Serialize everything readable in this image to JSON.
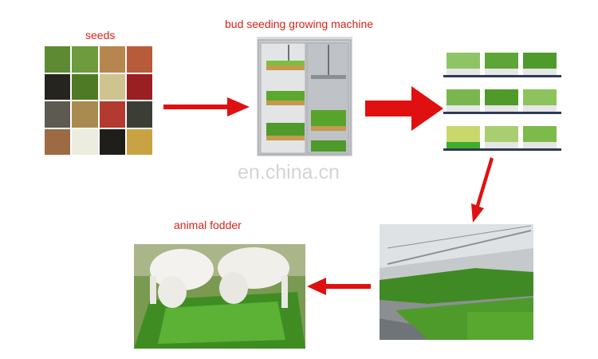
{
  "labels": {
    "seeds": "seeds",
    "machine": "bud seeding growing machine",
    "fodder": "animal fodder",
    "watermark": "en.china.cn"
  },
  "colors": {
    "label_text": "#d8221a",
    "arrow": "#e01010",
    "watermark": "#d4d4d4",
    "grass": "#4e9b2c"
  },
  "seeds": [
    {
      "color": "#5f8a34"
    },
    {
      "color": "#6d9b3d"
    },
    {
      "color": "#b6864e"
    },
    {
      "color": "#b85b3a"
    },
    {
      "color": "#26241f"
    },
    {
      "color": "#4f7a25"
    },
    {
      "color": "#cfc38f"
    },
    {
      "color": "#9a1f22"
    },
    {
      "color": "#5d5a52"
    },
    {
      "color": "#a98a50"
    },
    {
      "color": "#b33a2e"
    },
    {
      "color": "#3c3d35"
    },
    {
      "color": "#9c6a43"
    },
    {
      "color": "#ececdf"
    },
    {
      "color": "#1f1e1b"
    },
    {
      "color": "#c9a244"
    }
  ],
  "tray_rows": [
    [
      "#8fc466",
      "#5ea537",
      "#4e9b2c"
    ],
    [
      "#79b64e",
      "#4f9a2a",
      "#8cc35d"
    ],
    [
      "#c9d86a",
      "#a9ce6f",
      "#7cbb4a"
    ]
  ]
}
